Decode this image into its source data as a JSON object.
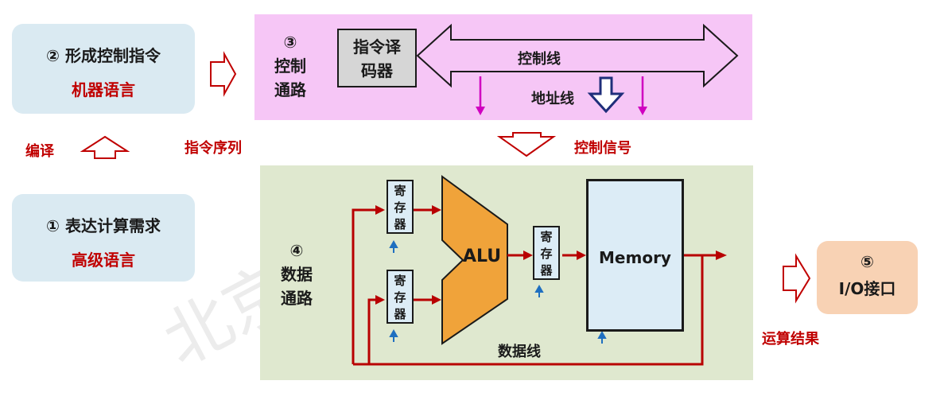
{
  "steps": {
    "step2": {
      "line1": "② 形成控制指令",
      "line2": "机器语言"
    },
    "step1": {
      "line1": "① 表达计算需求",
      "line2": "高级语言"
    },
    "step3": {
      "num": "③",
      "line1": "控制",
      "line2": "通路"
    },
    "step4": {
      "num": "④",
      "line1": "数据",
      "line2": "通路"
    },
    "step5": {
      "num": "⑤",
      "label": "I/O接口"
    }
  },
  "labels": {
    "compile": "编译",
    "instruction_sequence": "指令序列",
    "control_signal": "控制信号",
    "result": "运算结果",
    "control_line": "控制线",
    "address_line": "地址线",
    "data_line": "数据线"
  },
  "components": {
    "decoder": {
      "line1": "指令译",
      "line2": "码器"
    },
    "register_chars": [
      "寄",
      "存",
      "器"
    ],
    "alu": "ALU",
    "memory": "Memory"
  },
  "watermark": "北京",
  "colors": {
    "control_bg": "#f6c6f6",
    "data_bg": "#dfe8cf",
    "step_bg": "#daeaf2",
    "io_bg": "#f8d2b4",
    "alu": "#f0a33a",
    "red_arrow": "#b80000",
    "magenta": "#d000c0",
    "navy": "#1f2e7a"
  }
}
